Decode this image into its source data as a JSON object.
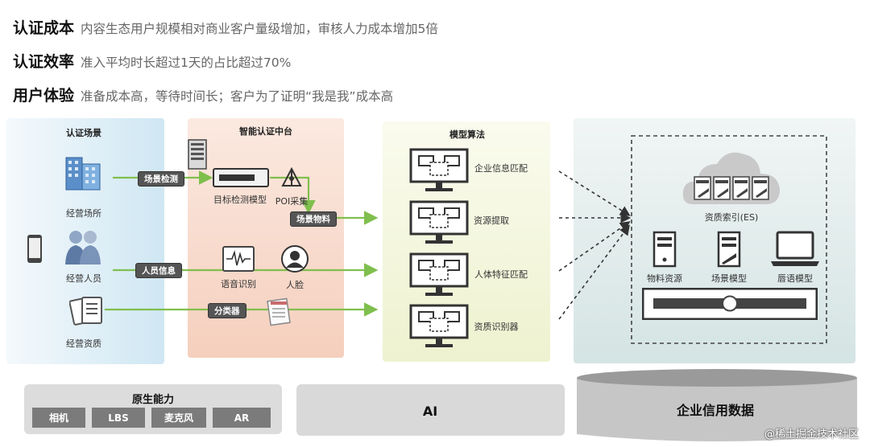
{
  "header": {
    "rows": [
      {
        "key": "认证成本",
        "value": "内容生态用户规模相对商业客户量级增加，审核人力成本增加5倍"
      },
      {
        "key": "认证效率",
        "value": "准入平均时长超过1天的占比超过70%"
      },
      {
        "key": "用户体验",
        "value": "准备成本高，等待时间长；客户为了证明“我是我”成本高"
      }
    ]
  },
  "scenes": {
    "title": "认证场景",
    "items": [
      "经营场所",
      "经营人员",
      "经营资质"
    ]
  },
  "platform": {
    "title": "智能认证中台",
    "tags": [
      "场景检测",
      "人员信息",
      "分类器",
      "场景物料"
    ],
    "labels": [
      "目标检测模型",
      "POI采集",
      "语音识别",
      "人脸"
    ]
  },
  "models": {
    "title": "模型算法",
    "items": [
      "企业信息匹配",
      "资源提取",
      "人体特征匹配",
      "资质识别器"
    ]
  },
  "data_side": {
    "cloud_label": "资质索引(ES)",
    "servers": [
      "物料资源",
      "场景模型",
      "唇语模型"
    ],
    "db_label": "企业信用数据"
  },
  "bottom": {
    "native_title": "原生能力",
    "chips": [
      "相机",
      "LBS",
      "麦克风",
      "AR"
    ],
    "ai_label": "AI"
  },
  "watermark": "@稀土掘金技术社区",
  "colors": {
    "arrow": "#7fbf4d",
    "tag": "#555555",
    "panel_left": "#d8ecf6",
    "panel_mid": "#f8dccd",
    "panel_models": "#f3f5d8",
    "panel_right": "#dce9e8"
  }
}
